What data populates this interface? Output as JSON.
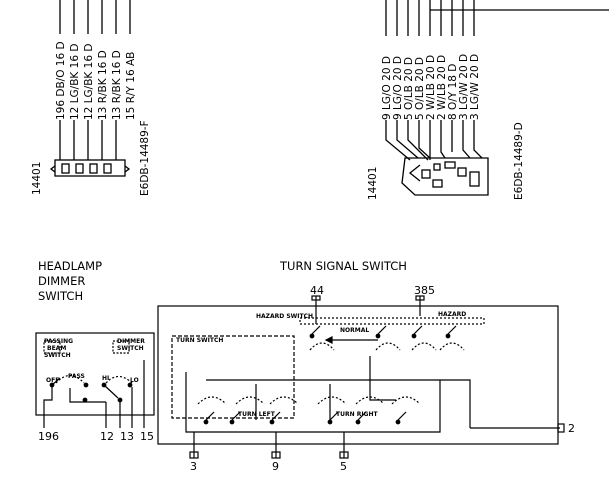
{
  "connector_left": {
    "number": "14401",
    "part": "E6DB-14489-F",
    "wires": [
      "196 DB/O 16 D",
      "12 LG/BK 16 D",
      "12 LG/BK 16 D",
      "13 R/BK 16 D",
      "13 R/BK 16 D",
      "15 R/Y 16 AB"
    ]
  },
  "connector_right": {
    "number": "14401",
    "part": "E6DB-14489-D",
    "wires": [
      "9 LG/O 20 D",
      "9 LG/O 20 D",
      "5 O/LB 20 D",
      "5 O/LB 20 D",
      "2 W/LB 20 D",
      "2 W/LB 20 D",
      "8 O/Y 18 D",
      "3 LG/W 20 D",
      "3 LG/W 20 D"
    ]
  },
  "headlamp": {
    "title_lines": [
      "HEADLAMP",
      "DIMMER",
      "SWITCH"
    ],
    "passing_beam_lines": [
      "PASSING",
      "BEAM",
      "SWITCH"
    ],
    "dimmer_lines": [
      "DIMMER",
      "SWITCH"
    ],
    "off": "OFF",
    "pass": "PASS",
    "hi": "HI",
    "lo": "LO",
    "pins": [
      "196",
      "12",
      "13",
      "15"
    ]
  },
  "turn_signal": {
    "title": "TURN SIGNAL SWITCH",
    "hazard_switch": "HAZARD SWITCH",
    "normal": "NORMAL",
    "hazard": "HAZARD",
    "turn_switch": "TURN SWITCH",
    "turn_left": "TURN LEFT",
    "turn_right": "TURN RIGHT",
    "pin_44": "44",
    "pin_385": "385",
    "pin_2": "2",
    "pin_3": "3",
    "pin_9": "9",
    "pin_5": "5"
  }
}
